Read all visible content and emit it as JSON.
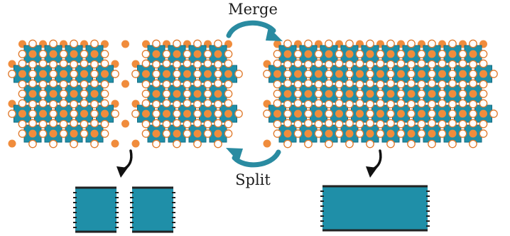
{
  "labels": {
    "merge": "Merge",
    "split": "Split"
  },
  "colors": {
    "data_qubit": "#f08c3c",
    "plaquette_fill": "#1f8fa8",
    "plaquette_stroke": "#156c82",
    "hollow_qubit_stroke": "#e07a2c",
    "arrow": "#2a8ba1",
    "pointer_arrow": "#111111",
    "patch_fill": "#1f8fa8",
    "patch_edge": "#222222",
    "background": "#ffffff"
  },
  "panels": {
    "left": {
      "name": "split-surface-codes",
      "patches": 2
    },
    "right": {
      "name": "merged-surface-code",
      "patches": 1
    }
  },
  "icons": {
    "merge_arrow": "curved-arrow-clockwise",
    "split_arrow": "curved-arrow-counterclockwise",
    "pointer": "curved-down-arrow"
  }
}
